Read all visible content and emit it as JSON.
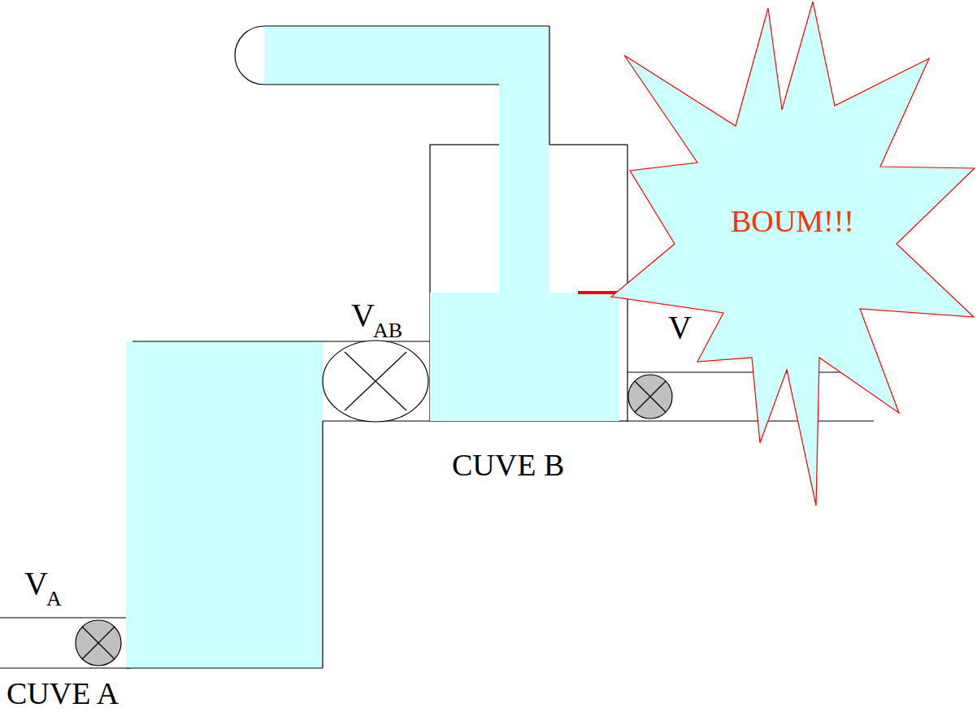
{
  "diagram": {
    "nodes": [
      {
        "text": [
          "BOUM!!!"
        ]
      }
    ],
    "labels": [
      "V",
      "AB",
      "CUVE B",
      "V",
      "V",
      "A",
      "CUVE A"
    ]
  }
}
